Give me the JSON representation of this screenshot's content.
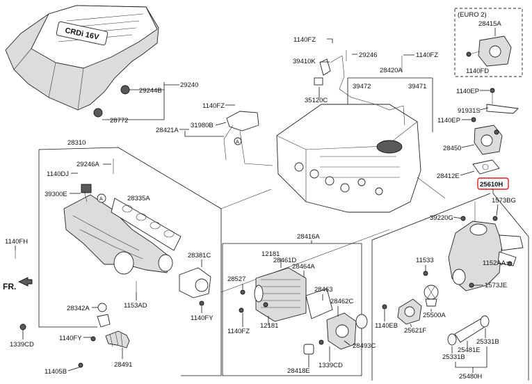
{
  "labels": {
    "l29240": "29240",
    "l29244B": "29244B",
    "l28772": "28772",
    "l1140FZ_a": "1140FZ",
    "l39410K": "39410K",
    "l29246_a": "29246",
    "l1140FZ_b": "1140FZ",
    "l28420A": "28420A",
    "l39472": "39472",
    "l39471": "39471",
    "l35120C": "35120C",
    "l1140FZ_c": "1140FZ",
    "l28421A": "28421A",
    "l31980B": "31980B",
    "l28310": "28310",
    "l29246A": "29246A",
    "l1140DJ": "1140DJ",
    "l39300E": "39300E",
    "l28335A": "28335A",
    "l1140FH": "1140FH",
    "l28381C": "28381C",
    "l1153AD": "1153AD",
    "l28342A": "28342A",
    "l1140FY_a": "1140FY",
    "l1339CD_a": "1339CD",
    "l1140FY_b": "1140FY",
    "l28491": "28491",
    "l11405B": "11405B",
    "l28416A": "28416A",
    "l12181_a": "12181",
    "l28461D": "28461D",
    "l28464A": "28464A",
    "l28527": "28527",
    "l28463": "28463",
    "l28462C": "28462C",
    "l12181_b": "12181",
    "l1140FZ_d": "1140FZ",
    "l28493C": "28493C",
    "l28418E": "28418E",
    "l1339CD_b": "1339CD",
    "l28415A": "28415A",
    "l1140FD": "1140FD",
    "l1140EP_a": "1140EP",
    "l91931S": "91931S",
    "l1140EP_b": "1140EP",
    "l28450": "28450",
    "l28412E": "28412E",
    "l25610H": "25610H",
    "l1573BG": "1573BG",
    "l39220G": "39220G",
    "l11533": "11533",
    "l1152AA": "1152AA",
    "l1573JE": "1573JE",
    "l25500A": "25500A",
    "l1140EB": "1140EB",
    "l25621F": "25621F",
    "l25331B_a": "25331B",
    "l25481E": "25481E",
    "l25331B_b": "25331B",
    "l25480H": "25480H"
  },
  "euro_note": "(EURO 2)",
  "front_marker": "FR.",
  "callout_circle": "A",
  "cover_logo": "CRDi 16V",
  "highlight_color": "#d81e1e"
}
